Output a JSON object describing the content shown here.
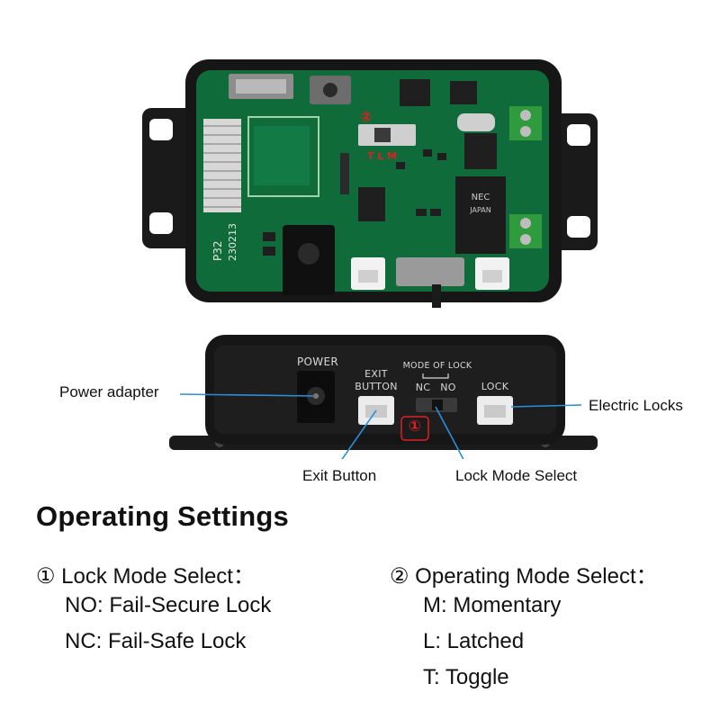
{
  "board": {
    "silk_model": "P32",
    "silk_date": "230213",
    "mode_jumper_label": "T L M",
    "chip_brand": "NEC",
    "chip_origin": "JAPAN",
    "marker_two": "②"
  },
  "panel": {
    "power": "POWER",
    "exit_line1": "EXIT",
    "exit_line2": "BUTTON",
    "mode_of_lock": "MODE OF LOCK",
    "nc": "NC",
    "no": "NO",
    "lock": "LOCK",
    "marker_one": "①"
  },
  "callouts": {
    "power_adapter": "Power adapter",
    "electric_locks": "Electric Locks",
    "exit_button": "Exit Button",
    "lock_mode_select": "Lock Mode Select"
  },
  "settings": {
    "heading": "Operating Settings",
    "lock_mode": {
      "title": "① Lock Mode Select：",
      "items": [
        "NO: Fail-Secure Lock",
        "NC: Fail-Safe Lock"
      ]
    },
    "operating_mode": {
      "title": "② Operating Mode Select：",
      "items": [
        "M: Momentary",
        "L: Latched",
        "T: Toggle"
      ]
    }
  },
  "colors": {
    "pcb_green": "#0f6b3a",
    "housing_black": "#161616",
    "terminal_green": "#2f9a3e",
    "marker_red": "#e02020",
    "callout_blue": "#2a8fd8"
  }
}
